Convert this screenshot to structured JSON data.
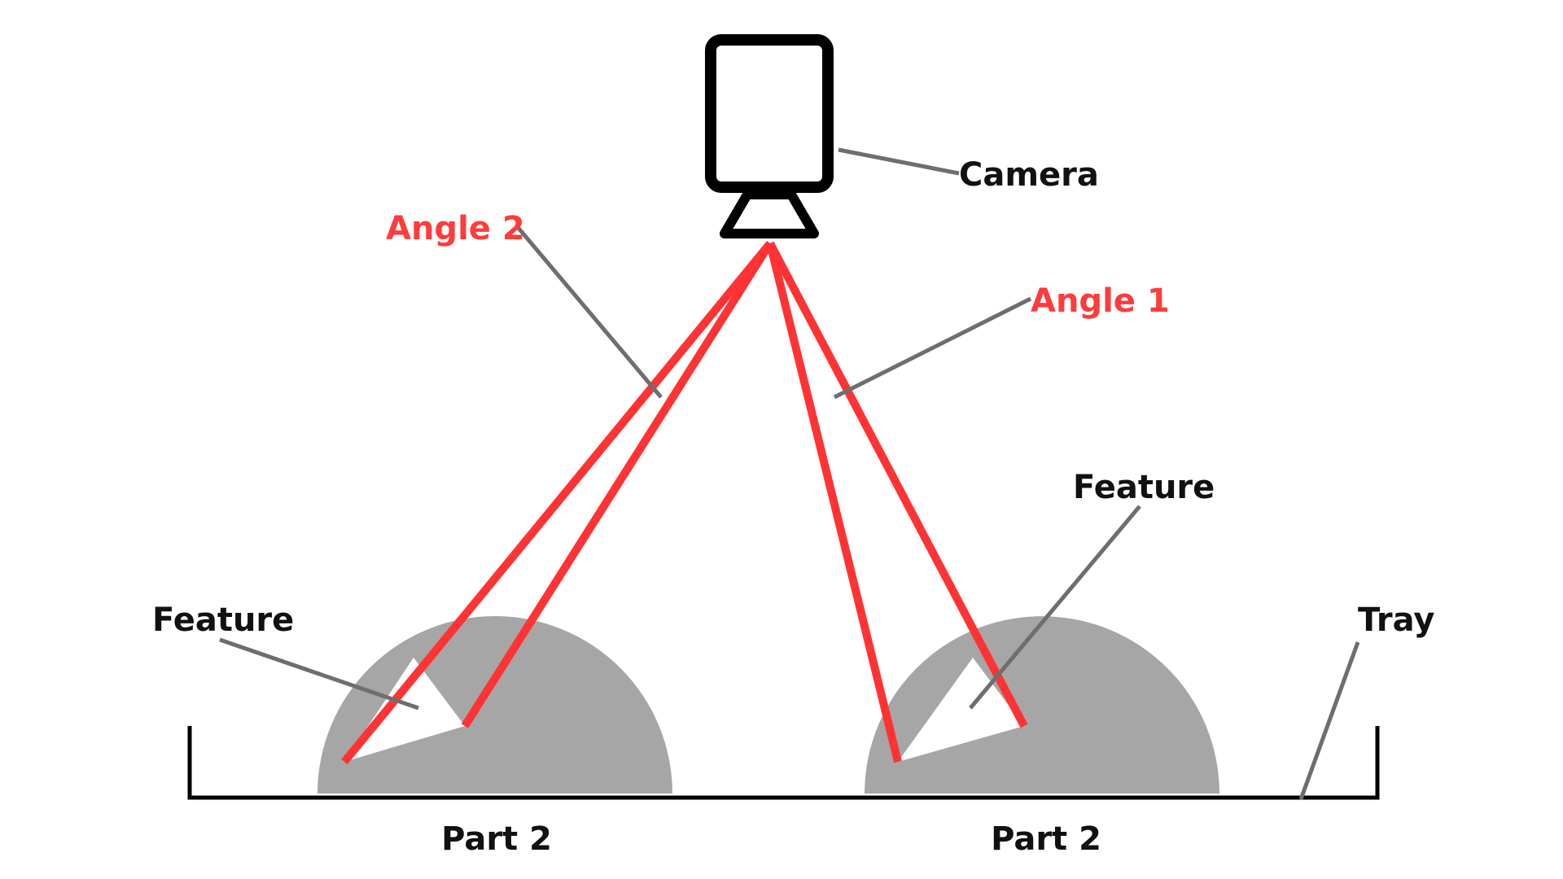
{
  "labels": {
    "camera": "Camera",
    "angle_1": "Angle 1",
    "angle_2": "Angle 2",
    "feature_left": "Feature",
    "feature_right": "Feature",
    "tray": "Tray",
    "part_left": "Part 2",
    "part_right": "Part 2"
  },
  "colors": {
    "ray": "#ff3333",
    "angle_label": "#ff3b3b",
    "text": "#111111",
    "leader": "#6e6e6e",
    "part": "#a6a6a6",
    "camera_stroke": "#000000",
    "tray": "#000000"
  }
}
